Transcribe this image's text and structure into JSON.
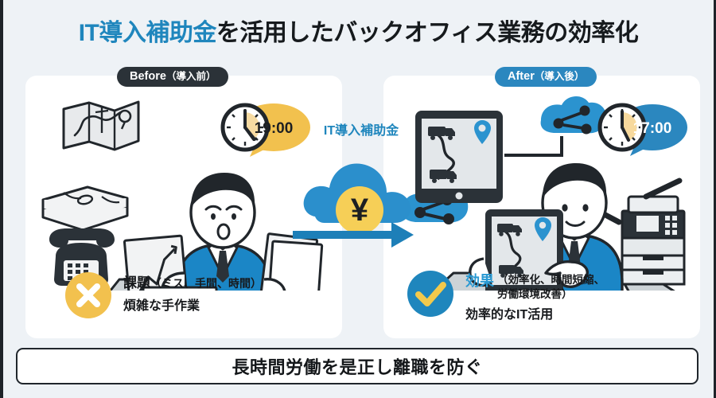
{
  "title": {
    "accent": "IT導入補助金",
    "rest": "を活用したバックオフィス業務の効率化"
  },
  "colors": {
    "accent_blue": "#1f86bd",
    "badge_blue": "#2b87bf",
    "badge_dark": "#2b3238",
    "yellow": "#f2c14e",
    "page_bg": "#eef2f6",
    "card_bg": "#ffffff",
    "text_dark": "#17191c"
  },
  "panels": {
    "before": {
      "badge_main": "Before",
      "badge_sub": "（導入前）",
      "clock_time": "19:00",
      "clock_bubble_color": "#f2c14e",
      "clock_text_color": "#1d1f22",
      "result_icon": "x-mark-icon",
      "result_line1_main": "課題",
      "result_line1_paren": "（ミス、手間、時間）",
      "result_line2": "煩雑な手作業",
      "scene_items": [
        "map-icon",
        "cash-bundle-icon",
        "telephone-icon",
        "stressed-worker",
        "paper-chart",
        "document-stack",
        "desk"
      ]
    },
    "after": {
      "badge_main": "After",
      "badge_sub": "（導入後）",
      "clock_time": "17:00",
      "clock_bubble_color": "#2b87bf",
      "clock_text_color": "#ffffff",
      "result_icon": "check-mark-icon",
      "result_line1_main": "効果",
      "result_line1_paren_a": "（効率化、時間短縮、",
      "result_line1_paren_b": "労働環境改善）",
      "result_line2": "効率的なIT活用",
      "scene_items": [
        "tablet-route-map",
        "cloud-share-icon",
        "smiling-worker",
        "handheld-tablet",
        "multifunction-printer",
        "desk"
      ]
    }
  },
  "center": {
    "label": "IT導入補助金",
    "cloud_icon": "cloud-icon",
    "coin_icon": "yen-coin-icon",
    "coin_symbol": "¥",
    "arrow_icon": "right-arrow-icon"
  },
  "bottom_banner": {
    "text": "長時間労働を是正し離職を防ぐ"
  }
}
